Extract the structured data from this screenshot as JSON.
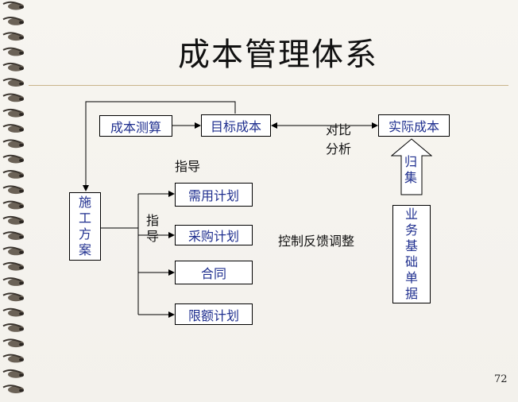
{
  "slide": {
    "title": "成本管理体系",
    "page_number": "72"
  },
  "nodes": {
    "cost_estimate": "成本测算",
    "target_cost": "目标成本",
    "actual_cost": "实际成本",
    "construction_plan": [
      "施",
      "工",
      "方",
      "案"
    ],
    "demand_plan": "需用计划",
    "purchase_plan": "采购计划",
    "contract": "合同",
    "quota_plan": "限额计划",
    "business_docs": [
      "业",
      "务",
      "基",
      "础",
      "单",
      "据"
    ],
    "collect": [
      "归",
      "集"
    ]
  },
  "labels": {
    "compare_analyze_1": "对比",
    "compare_analyze_2": "分析",
    "guide_top": "指导",
    "guide_side": [
      "指",
      "导"
    ],
    "control_feedback": "控制反馈调整"
  }
}
